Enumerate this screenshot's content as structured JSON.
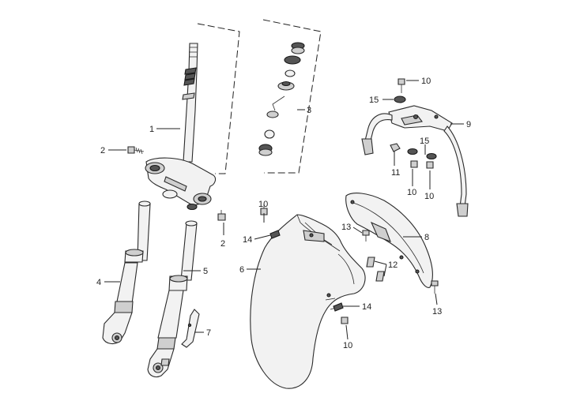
{
  "diagram": {
    "callouts": [
      {
        "id": "c1",
        "text": "1"
      },
      {
        "id": "c2a",
        "text": "2"
      },
      {
        "id": "c2b",
        "text": "2"
      },
      {
        "id": "c3",
        "text": "3"
      },
      {
        "id": "c4",
        "text": "4"
      },
      {
        "id": "c5",
        "text": "5"
      },
      {
        "id": "c6",
        "text": "6"
      },
      {
        "id": "c7",
        "text": "7"
      },
      {
        "id": "c8",
        "text": "8"
      },
      {
        "id": "c9",
        "text": "9"
      },
      {
        "id": "c10a",
        "text": "10"
      },
      {
        "id": "c10b",
        "text": "10"
      },
      {
        "id": "c10c",
        "text": "10"
      },
      {
        "id": "c10d",
        "text": "10"
      },
      {
        "id": "c10e",
        "text": "10"
      },
      {
        "id": "c11",
        "text": "11"
      },
      {
        "id": "c12",
        "text": "12"
      },
      {
        "id": "c13a",
        "text": "13"
      },
      {
        "id": "c13b",
        "text": "13"
      },
      {
        "id": "c14a",
        "text": "14"
      },
      {
        "id": "c14b",
        "text": "14"
      },
      {
        "id": "c15a",
        "text": "15"
      },
      {
        "id": "c15b",
        "text": "15"
      }
    ]
  }
}
